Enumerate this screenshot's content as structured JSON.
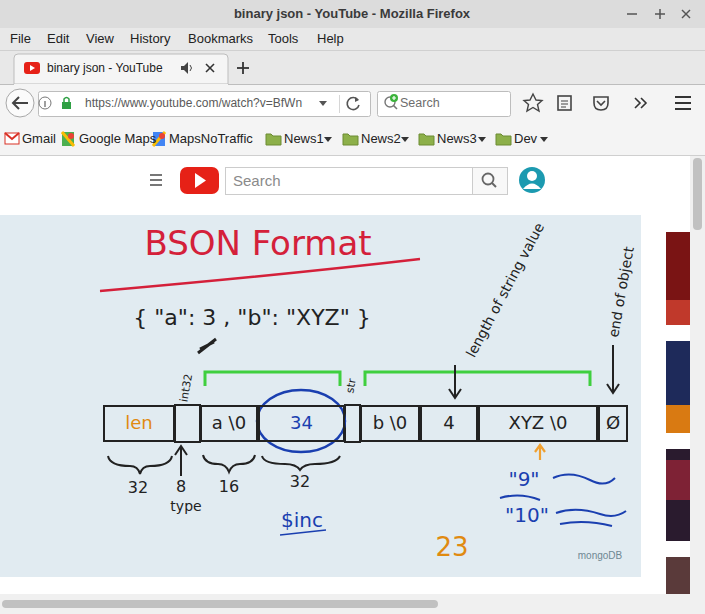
{
  "diagram": {
    "title": "binary json - YouTube - Mozilla Firefox",
    "nodes": [
      {
        "text": [
          "binary json - YouTube"
        ]
      },
      {
        "text": [
          "https://www.youtube.com/watch?v=BfWn"
        ]
      },
      {
        "text": [
          "Search"
        ]
      },
      {
        "text": [
          "Search"
        ]
      },
      {
        "text": [
          "len"
        ]
      },
      {
        "text": [
          "a \\0"
        ]
      },
      {
        "text": [
          "34"
        ]
      },
      {
        "text": [
          "b \\0"
        ]
      },
      {
        "text": [
          "4"
        ]
      },
      {
        "text": [
          "XYZ \\0"
        ]
      },
      {
        "text": [
          "Ø"
        ]
      }
    ],
    "labels": [
      "File",
      "Edit",
      "View",
      "History",
      "Bookmarks",
      "Tools",
      "Help",
      "Gmail",
      "Google Maps",
      "MapsNoTraffic",
      "News1",
      "News2",
      "News3",
      "Dev",
      "BSON Format",
      "{ \"a\": 3 , \"b\": \"XYZ\" }",
      "int32",
      "str",
      "length of string value",
      "end of object",
      "32",
      "8",
      "16",
      "32",
      "type",
      "\"9\"",
      "\"10\"",
      "$inc",
      "23",
      "mongoDB"
    ]
  }
}
